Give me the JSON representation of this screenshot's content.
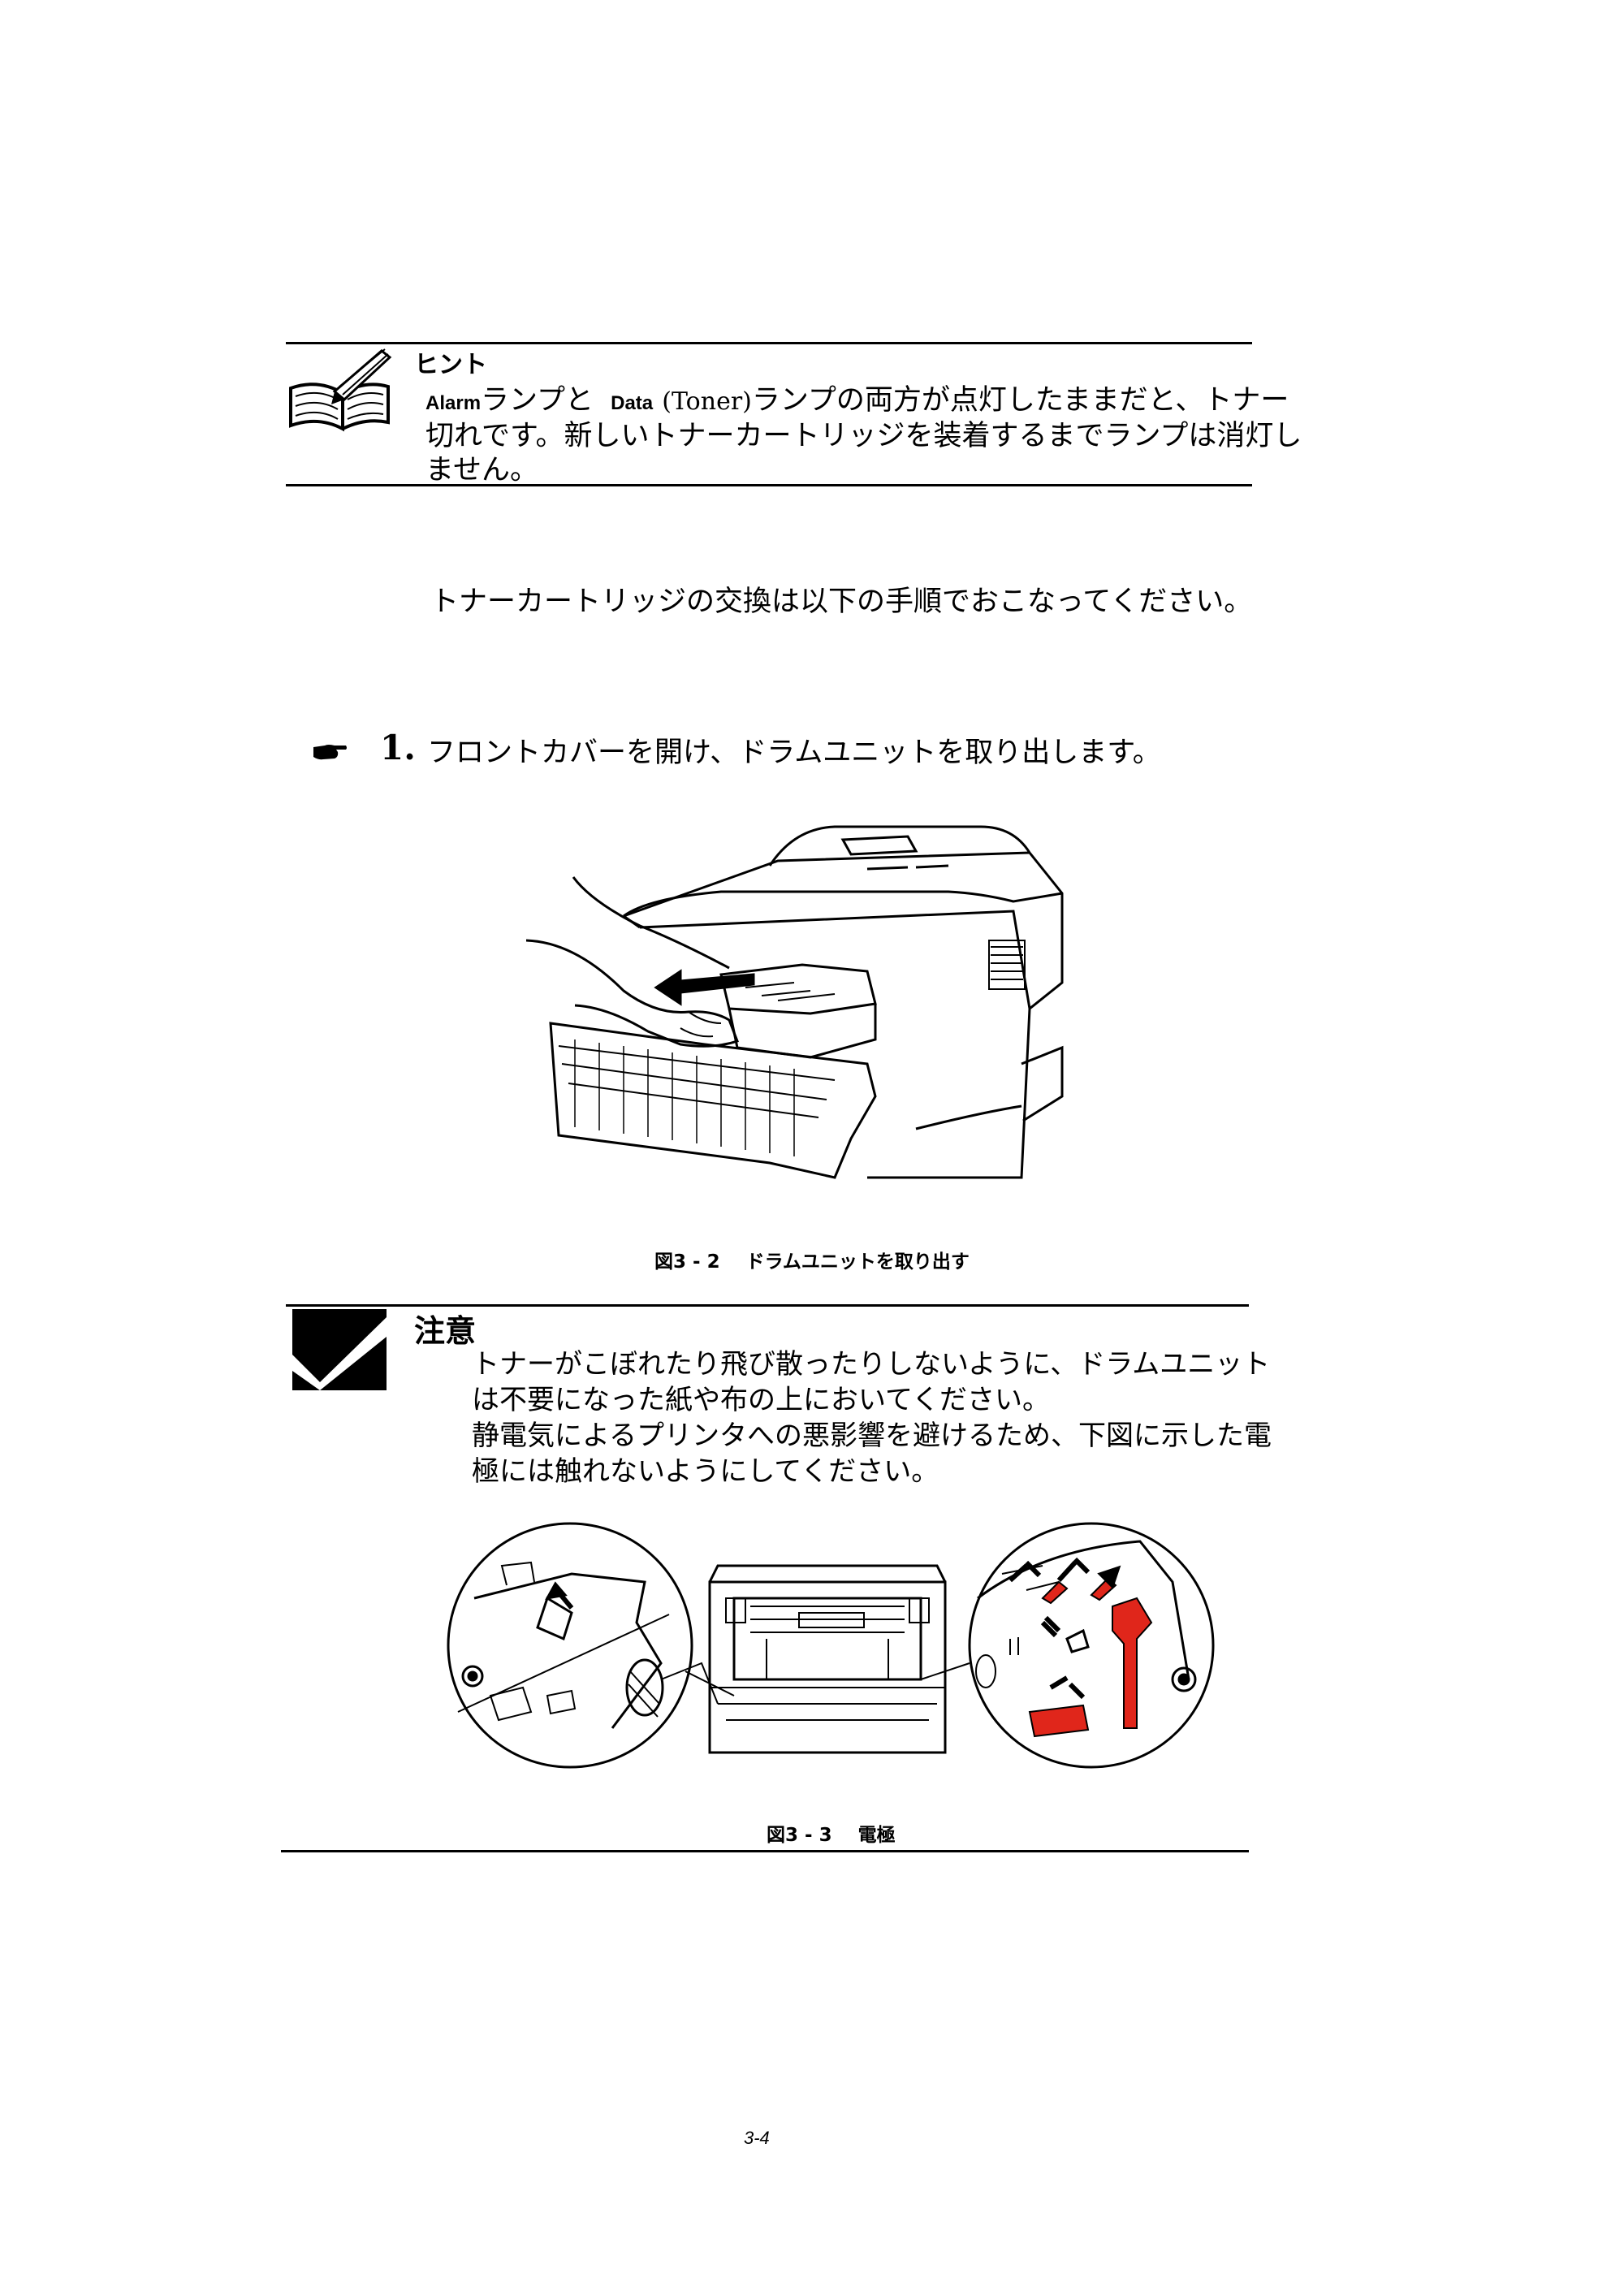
{
  "hint": {
    "title": "ヒント",
    "alarm_label": "Alarm",
    "text_part1": "ランプと",
    "data_label": "Data",
    "toner_label": "(Toner)",
    "text_part2": "ランプの両方が点灯したままだと、トナー",
    "line2": "切れです。新しいトナーカートリッジを装着するまでランプは消灯し",
    "line3": "ません。"
  },
  "intro_text": "トナーカートリッジの交換は以下の手順でおこなってください。",
  "step1": {
    "number": "1.",
    "text": "フロントカバーを開け、ドラムユニットを取り出します。"
  },
  "figure_3_2": {
    "caption": "図3 - 2    ドラムユニットを取り出す"
  },
  "caution": {
    "title": "注意",
    "bullet_symbol": "",
    "items": [
      {
        "line1": "トナーがこぼれたり飛び散ったりしないように、ドラムユニット",
        "line2": "は不要になった紙や布の上においてください。"
      },
      {
        "line1": "静電気によるプリンタへの悪影響を避けるため、下図に示した電",
        "line2": "極には触れないようにしてください。"
      }
    ]
  },
  "figure_3_3": {
    "caption": "図3 - 3    電極"
  },
  "page_number": "3-4",
  "colors": {
    "electrode_highlight": "#e0261b",
    "rule": "#000000"
  }
}
